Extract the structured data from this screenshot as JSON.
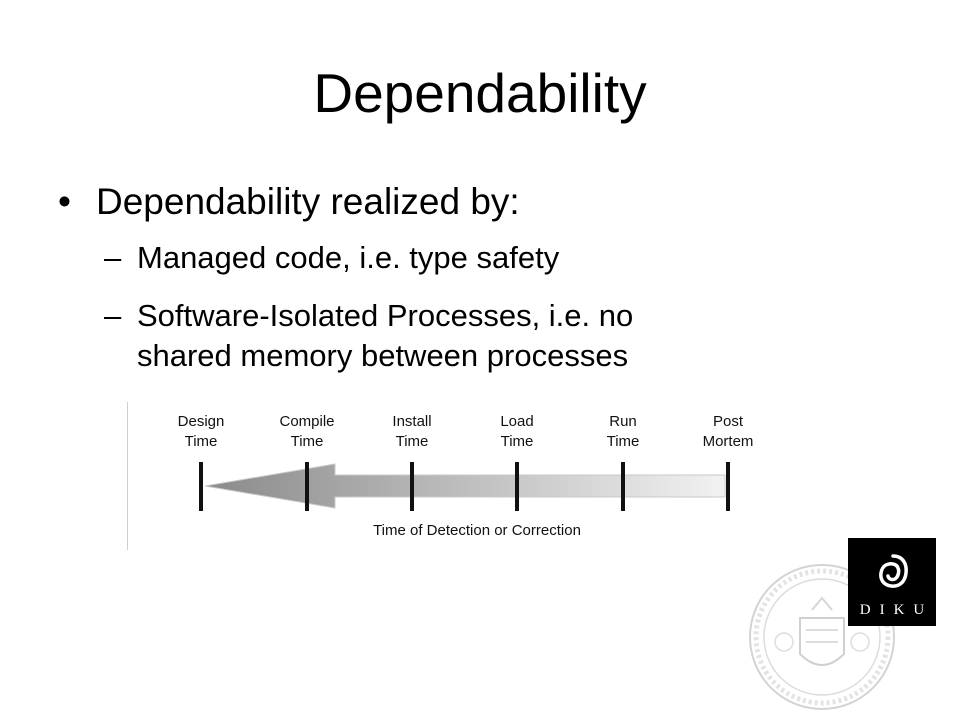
{
  "slide": {
    "title": "Dependability",
    "bullet": {
      "marker": "•",
      "text": "Dependability realized by:"
    },
    "subbullets": [
      {
        "marker": "–",
        "lines": [
          "Managed code, i.e. type safety"
        ]
      },
      {
        "marker": "–",
        "lines": [
          "Software-Isolated Processes, i.e. no",
          "shared memory between processes"
        ]
      }
    ]
  },
  "diagram": {
    "stages": [
      {
        "line1": "Design",
        "line2": "Time"
      },
      {
        "line1": "Compile",
        "line2": "Time"
      },
      {
        "line1": "Install",
        "line2": "Time"
      },
      {
        "line1": "Load",
        "line2": "Time"
      },
      {
        "line1": "Run",
        "line2": "Time"
      },
      {
        "line1": "Post",
        "line2": "Mortem"
      }
    ],
    "caption": "Time of Detection or Correction",
    "arrow_direction": "left",
    "arrow_gradient": [
      "#8a8a8a",
      "#f2f2f2"
    ]
  },
  "logo": {
    "text": "DIKU",
    "colors": {
      "background": "#000000",
      "foreground": "#ffffff"
    }
  },
  "seal": {
    "icon": "university-seal-icon"
  }
}
